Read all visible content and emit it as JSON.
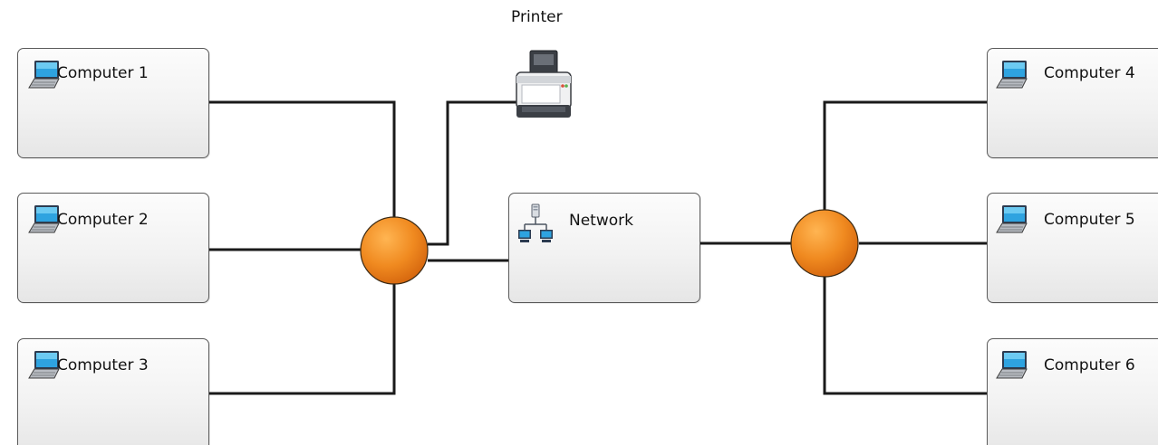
{
  "diagram": {
    "computers": [
      {
        "id": "computer-1",
        "label": "Computer 1"
      },
      {
        "id": "computer-2",
        "label": "Computer 2"
      },
      {
        "id": "computer-3",
        "label": "Computer 3"
      },
      {
        "id": "computer-4",
        "label": "Computer 4"
      },
      {
        "id": "computer-5",
        "label": "Computer 5"
      },
      {
        "id": "computer-6",
        "label": "Computer 6"
      }
    ],
    "network": {
      "label": "Network"
    },
    "printer": {
      "label": "Printer"
    },
    "colors": {
      "hub": "#ef8a1e",
      "connector": "#1a1a1a",
      "node_border": "#5a5a5a"
    }
  }
}
